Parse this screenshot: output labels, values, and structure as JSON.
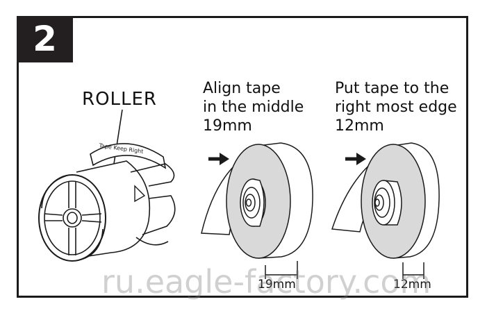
{
  "step_number": "2",
  "roller_label": "ROLLER",
  "roller_embossed_text": "Tape Keep Right",
  "align_instruction": "Align tape\nin the middle\n19mm",
  "right_edge_instruction": "Put tape to the\nright most edge\n12mm",
  "dimension_left": "19mm",
  "dimension_right": "12mm",
  "watermark": "ru.eagle-factory.com",
  "colors": {
    "badge": "#231f20",
    "tape": "#d9d9d9",
    "line": "#1a1a1a"
  }
}
